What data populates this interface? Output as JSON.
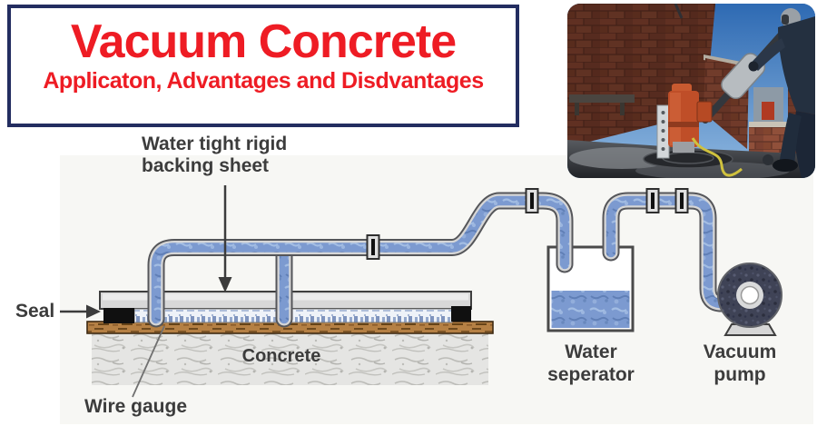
{
  "header": {
    "title": "Vacuum Concrete",
    "subtitle": "Applicaton, Advantages and Disdvantages"
  },
  "photo": {
    "description": "Worker finishing a concrete slab with a power trowel beside brick walls"
  },
  "diagram": {
    "labels": {
      "backing_sheet": "Water tight rigid\nbacking sheet",
      "seal": "Seal",
      "concrete": "Concrete",
      "wire_gauge": "Wire gauge",
      "water_separator": "Water\nseperator",
      "vacuum_pump": "Vacuum\npump"
    }
  },
  "colors": {
    "title_red": "#ee1c24",
    "box_border_navy": "#232d60",
    "pipe_water_blue": "#7c9ad0",
    "pipe_casing_gray": "#d6d6d6",
    "pipe_outline": "#55565a",
    "seal_black": "#101010",
    "backing_sheet_gray": "#d8d8d8",
    "wood_brown": "#b58044",
    "concrete_gray": "#e5e5e3",
    "pump_dark": "#3f4356",
    "label_text": "#3c3c3c"
  }
}
